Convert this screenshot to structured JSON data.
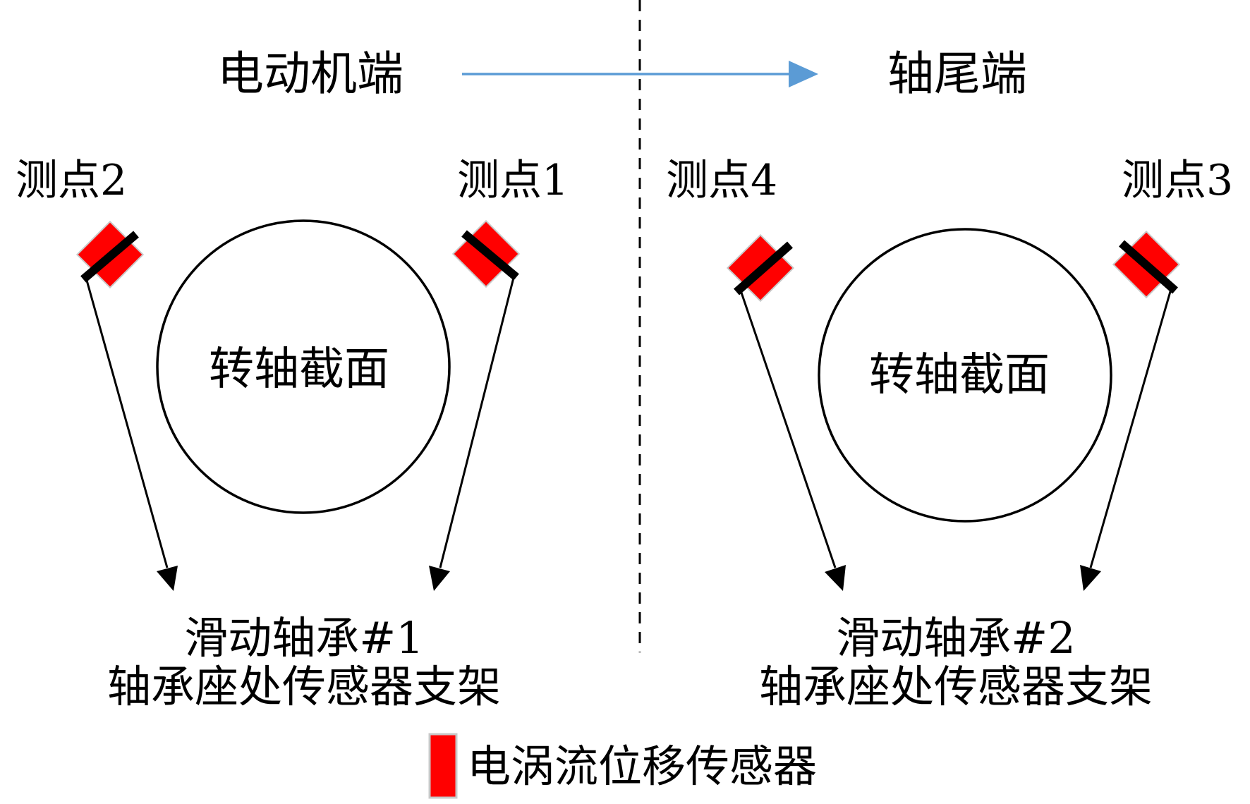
{
  "header": {
    "left_label": "电动机端",
    "right_label": "轴尾端",
    "arrow_color": "#5b9bd5"
  },
  "left_section": {
    "shaft_label": "转轴截面",
    "point_a_label": "测点2",
    "point_b_label": "测点1",
    "bearing_line1": "滑动轴承#1",
    "bearing_line2": "轴承座处传感器支架"
  },
  "right_section": {
    "shaft_label": "转轴截面",
    "point_a_label": "测点4",
    "point_b_label": "测点3",
    "bearing_line1": "滑动轴承#2",
    "bearing_line2": "轴承座处传感器支架"
  },
  "legend": {
    "label": "电涡流位移传感器",
    "sensor_color": "#ff0000"
  }
}
